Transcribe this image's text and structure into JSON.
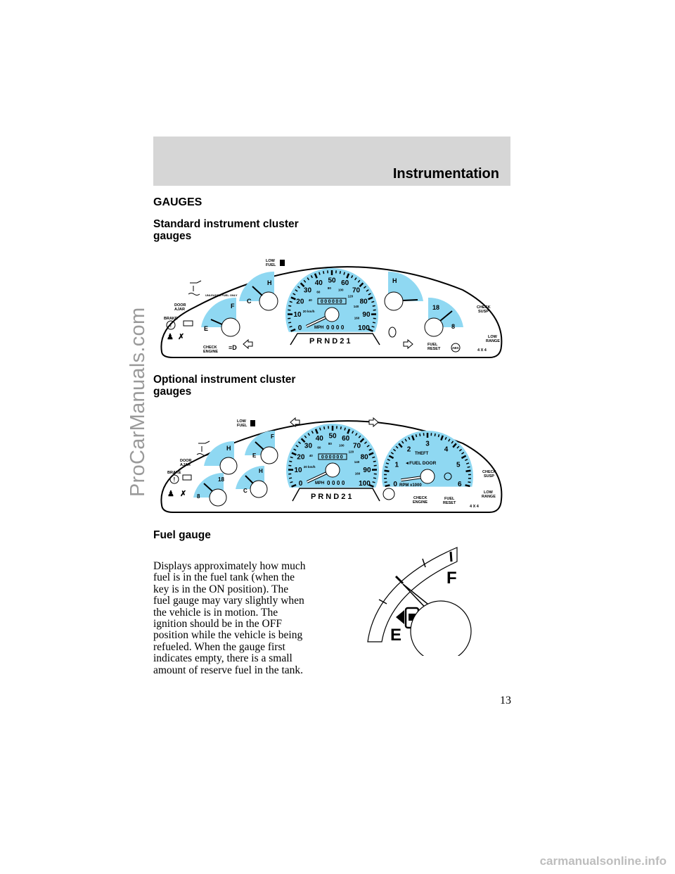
{
  "header": {
    "section_title": "Instrumentation"
  },
  "heading": "GAUGES",
  "standard": {
    "title_lines": [
      "Standard instrument cluster",
      "gauges"
    ],
    "labels": {
      "low_fuel": [
        "LOW",
        "FUEL"
      ],
      "unleaded": "UNLEADED FUEL ONLY",
      "door_ajar": [
        "DOOR",
        "AJAR"
      ],
      "brake": "BRAKE",
      "check_engine": [
        "CHECK",
        "ENGINE"
      ],
      "temp_h": "H",
      "temp_c": "C",
      "fuel_f": "F",
      "fuel_e": "E",
      "oil_h": "H",
      "volt_hi": "18",
      "volt_lo": "8",
      "check_susp": [
        "CHECK",
        "SUSP"
      ],
      "low_range": [
        "LOW",
        "RANGE"
      ],
      "fuel_reset": [
        "FUEL",
        "RESET"
      ],
      "four_x_four": "4 X 4",
      "abs": "ABS",
      "mph": "MPH",
      "odometer": "000000",
      "trip": "0000",
      "prndl": "P  R N D 2 1"
    }
  },
  "optional": {
    "title_lines": [
      "Optional instrument cluster",
      "gauges"
    ],
    "labels": {
      "low_fuel": [
        "LOW",
        "FUEL"
      ],
      "door_ajar": [
        "DOOR",
        "AJAR"
      ],
      "brake": "BRAKE",
      "check_engine": [
        "CHECK",
        "ENGINE"
      ],
      "temp_h": "H",
      "temp_c": "C",
      "fuel_f": "F",
      "fuel_e": "E",
      "oil_h": "H",
      "volt_hi": "18",
      "volt_lo": "8",
      "check_susp": [
        "CHECK",
        "SUSP"
      ],
      "low_range": [
        "LOW",
        "RANGE"
      ],
      "fuel_reset": [
        "FUEL",
        "RESET"
      ],
      "four_x_four": "4 X 4",
      "mph": "MPH",
      "odometer": "000000",
      "trip": "0000",
      "prndl": "P  R N D 2 1",
      "theft": "THEFT",
      "fuel_door": "◄FUEL DOOR",
      "rpm": "RPM x1000"
    }
  },
  "speedometer": {
    "mph": [
      "0",
      "10",
      "20",
      "30",
      "40",
      "50",
      "60",
      "70",
      "80",
      "90",
      "100"
    ],
    "kmh": [
      "20 km/h",
      "40",
      "60",
      "80",
      "100",
      "120",
      "140",
      "160"
    ]
  },
  "tachometer": {
    "rpm": [
      "0",
      "1",
      "2",
      "3",
      "4",
      "5",
      "6"
    ]
  },
  "fuel_gauge": {
    "title": "Fuel gauge",
    "labels": {
      "empty": "E",
      "full": "F"
    },
    "description_lines": [
      "Displays approximately how much",
      "fuel is in the fuel tank (when the",
      "key is in the ON position). The",
      "fuel gauge may vary slightly when",
      "the vehicle is in motion. The",
      "ignition should be in the OFF",
      "position while the vehicle is being",
      "refueled. When the gauge first",
      "indicates empty, there is a small",
      "amount of reserve fuel in the tank."
    ]
  },
  "page_number": "13",
  "watermark": "ProCarManuals.com",
  "footer_watermark": "carmanualsonline.info",
  "colors": {
    "gauge_blue": "#8fd8f2",
    "header_gray": "#d6d6d6"
  }
}
